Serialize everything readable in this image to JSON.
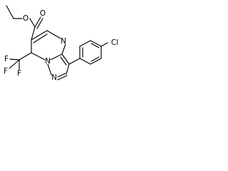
{
  "molecule": {
    "atoms": {
      "carbonyl_oxygen": "O",
      "ester_oxygen": "O",
      "fluorine_1": "F",
      "fluorine_2": "F",
      "fluorine_3": "F",
      "ring_nitrogen_1": "N",
      "ring_nitrogen_2": "N",
      "ring_nitrogen_3": "N",
      "chlorine": "Cl"
    }
  }
}
